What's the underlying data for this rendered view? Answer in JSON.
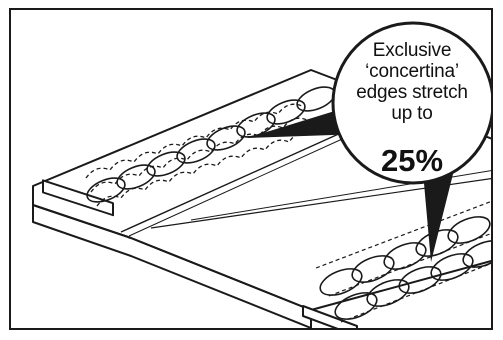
{
  "callout": {
    "lines": [
      "Exclusive",
      "‘concertina’",
      "edges stretch",
      "up to"
    ],
    "highlight": "25%"
  },
  "colors": {
    "line": "#1a1a1a",
    "background": "#ffffff",
    "arrow": "#1a1a1a"
  }
}
